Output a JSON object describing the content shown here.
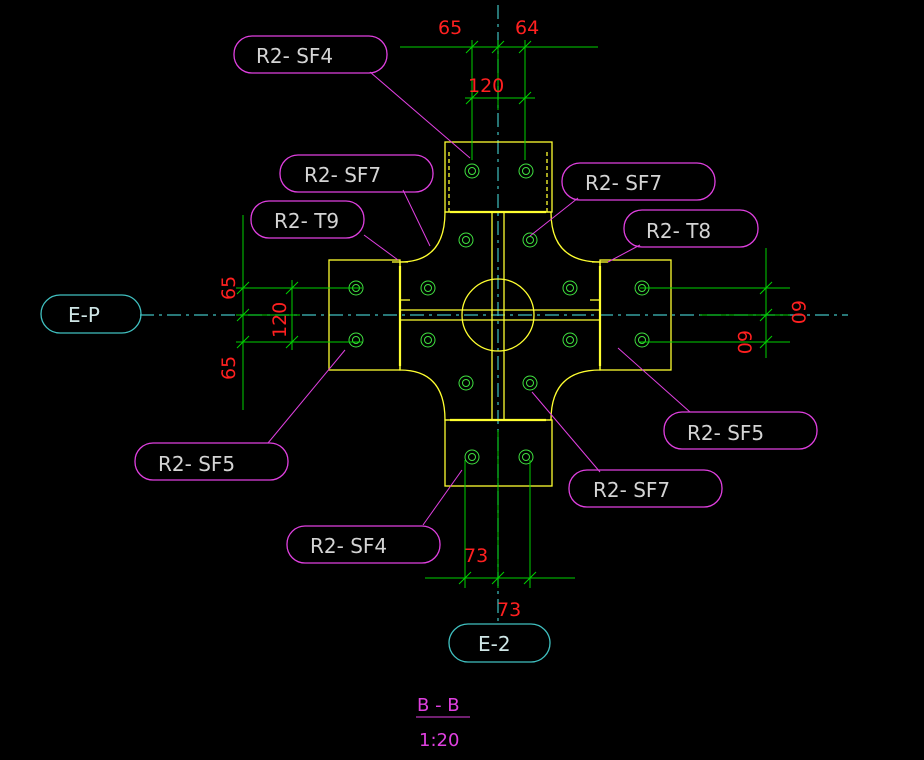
{
  "drawing": {
    "section_title": "B - B",
    "scale": "1:20",
    "axis_labels": {
      "horizontal": "E-P",
      "vertical": "E-2"
    },
    "callouts": {
      "sf4_top": "R2- SF4",
      "sf7_upper_left": "R2- SF7",
      "t9": "R2- T9",
      "sf7_upper_right": "R2- SF7",
      "t8": "R2- T8",
      "sf5_left": "R2- SF5",
      "sf5_right": "R2- SF5",
      "sf7_lower_right": "R2- SF7",
      "sf4_bottom": "R2- SF4"
    },
    "dimensions": {
      "top_left": "65",
      "top_right": "64",
      "top_total": "120",
      "left_top": "65",
      "left_total": "120",
      "left_bottom": "65",
      "right_top": "60",
      "right_bottom": "60",
      "bottom_left": "73",
      "bottom_right": "73"
    },
    "colors": {
      "background": "#000000",
      "steel": "#ffff30",
      "dimension": "#00d000",
      "dimension_text": "#ff2020",
      "callout": "#e040e0",
      "axis": "#40c0c0"
    }
  }
}
